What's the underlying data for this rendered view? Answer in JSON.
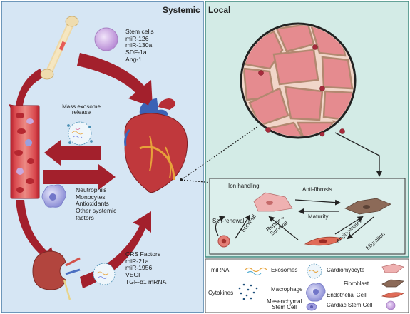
{
  "panels": {
    "systemic_title": "Systemic",
    "local_title": "Local"
  },
  "systemic": {
    "stem_list": [
      "Stem cells",
      "miR-126",
      "miR-130a",
      "SDF-1a",
      "Ang-1"
    ],
    "exosome_release": [
      "Mass exosome",
      "release"
    ],
    "factors_list": [
      "Neutrophils",
      "Monocytes",
      "Antioxidants",
      "Other systemic",
      "factors"
    ],
    "crs_list": [
      "CRS Factors",
      "miR-21a",
      "miR-1956",
      "VEGF",
      "TGF-b1 mRNA"
    ]
  },
  "local_processes": {
    "ion_handling": "Ion handling",
    "anti_fibrosis": "Anti-fibrosis",
    "maturity": "Maturity",
    "self_renewal": "Self-renewal",
    "survival": "Survival",
    "repair_survival": [
      "Repair +",
      "Survival"
    ],
    "angiogenesis": "Angiogenesis",
    "migration": "Migration"
  },
  "legend": {
    "mirna": "miRNA",
    "exosomes": "Exosomes",
    "cardiomyocyte": "Cardiomyocyte",
    "fibroblast": "Fibroblast",
    "macrophage": "Macrophage",
    "cytokines": "Cytokines",
    "endothelial_cell": "Endothelial Cell",
    "mesenchymal_stem_cell": [
      "Mesenchymal",
      "Stem Cell"
    ],
    "cardiac_stem_cell": "Cardiac Stem Cell"
  },
  "colors": {
    "systemic_bg": "#d6e6f4",
    "local_bg": "#d3ebe6",
    "arrow_red": "#a3202c",
    "cell_pink": "#e58b8f",
    "fibroblast_brown": "#8c6a58",
    "stem_purple": "#c9a9de"
  }
}
